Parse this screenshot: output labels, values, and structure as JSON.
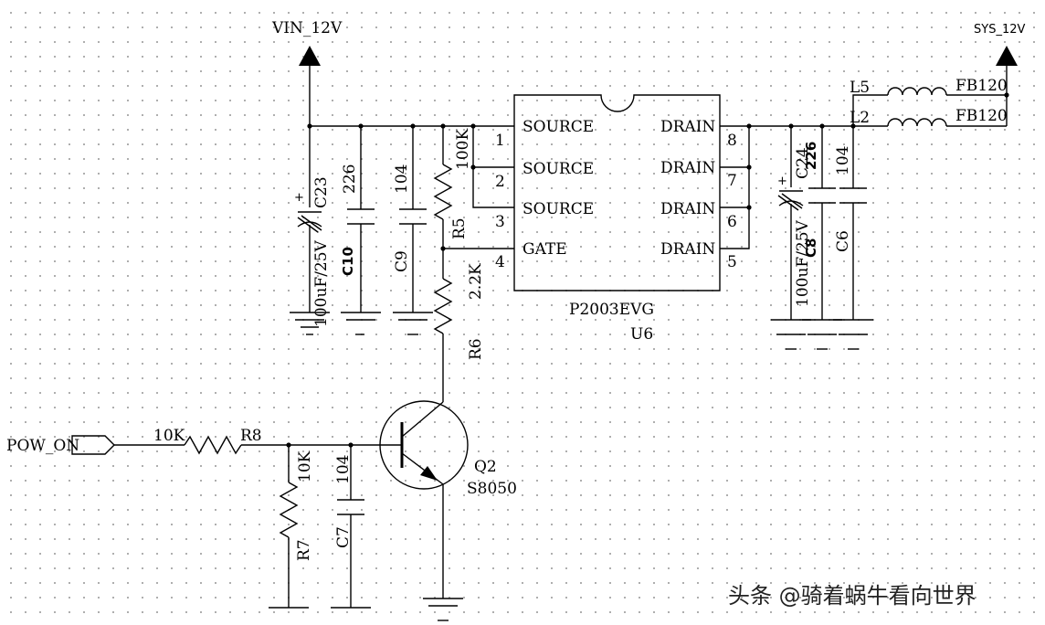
{
  "nets": {
    "vin": "VIN_12V",
    "sys": "SYS_12V",
    "pow_on": "POW_ON"
  },
  "u6": {
    "part": "P2003EVG",
    "ref": "U6",
    "left_pins": [
      {
        "num": "1",
        "label": "SOURCE"
      },
      {
        "num": "2",
        "label": "SOURCE"
      },
      {
        "num": "3",
        "label": "SOURCE"
      },
      {
        "num": "4",
        "label": "GATE"
      }
    ],
    "right_pins": [
      {
        "num": "8",
        "label": "DRAIN"
      },
      {
        "num": "7",
        "label": "DRAIN"
      },
      {
        "num": "6",
        "label": "DRAIN"
      },
      {
        "num": "5",
        "label": "DRAIN"
      }
    ]
  },
  "components": {
    "c23": {
      "ref": "C23",
      "value": "100uF/25V"
    },
    "c10": {
      "ref": "C10",
      "value": "226"
    },
    "c9": {
      "ref": "C9",
      "value": "104"
    },
    "r5": {
      "ref": "R5",
      "value": "100K"
    },
    "r6": {
      "ref": "R6",
      "value": "2.2K"
    },
    "r8": {
      "ref": "R8",
      "value": "10K"
    },
    "r7": {
      "ref": "R7",
      "value": "10K"
    },
    "c7": {
      "ref": "C7",
      "value": "104"
    },
    "q2": {
      "ref": "Q2",
      "part": "S8050"
    },
    "c24": {
      "ref": "C24",
      "value": "100uF/25V"
    },
    "c8": {
      "ref": "C8",
      "value": "226"
    },
    "c6": {
      "ref": "C6",
      "value": "104"
    },
    "l5": {
      "ref": "L5",
      "value": "FB120"
    },
    "l2": {
      "ref": "L2",
      "value": "FB120"
    }
  },
  "polarity_mark": "+",
  "watermark": "头条 @骑着蜗牛看向世界"
}
